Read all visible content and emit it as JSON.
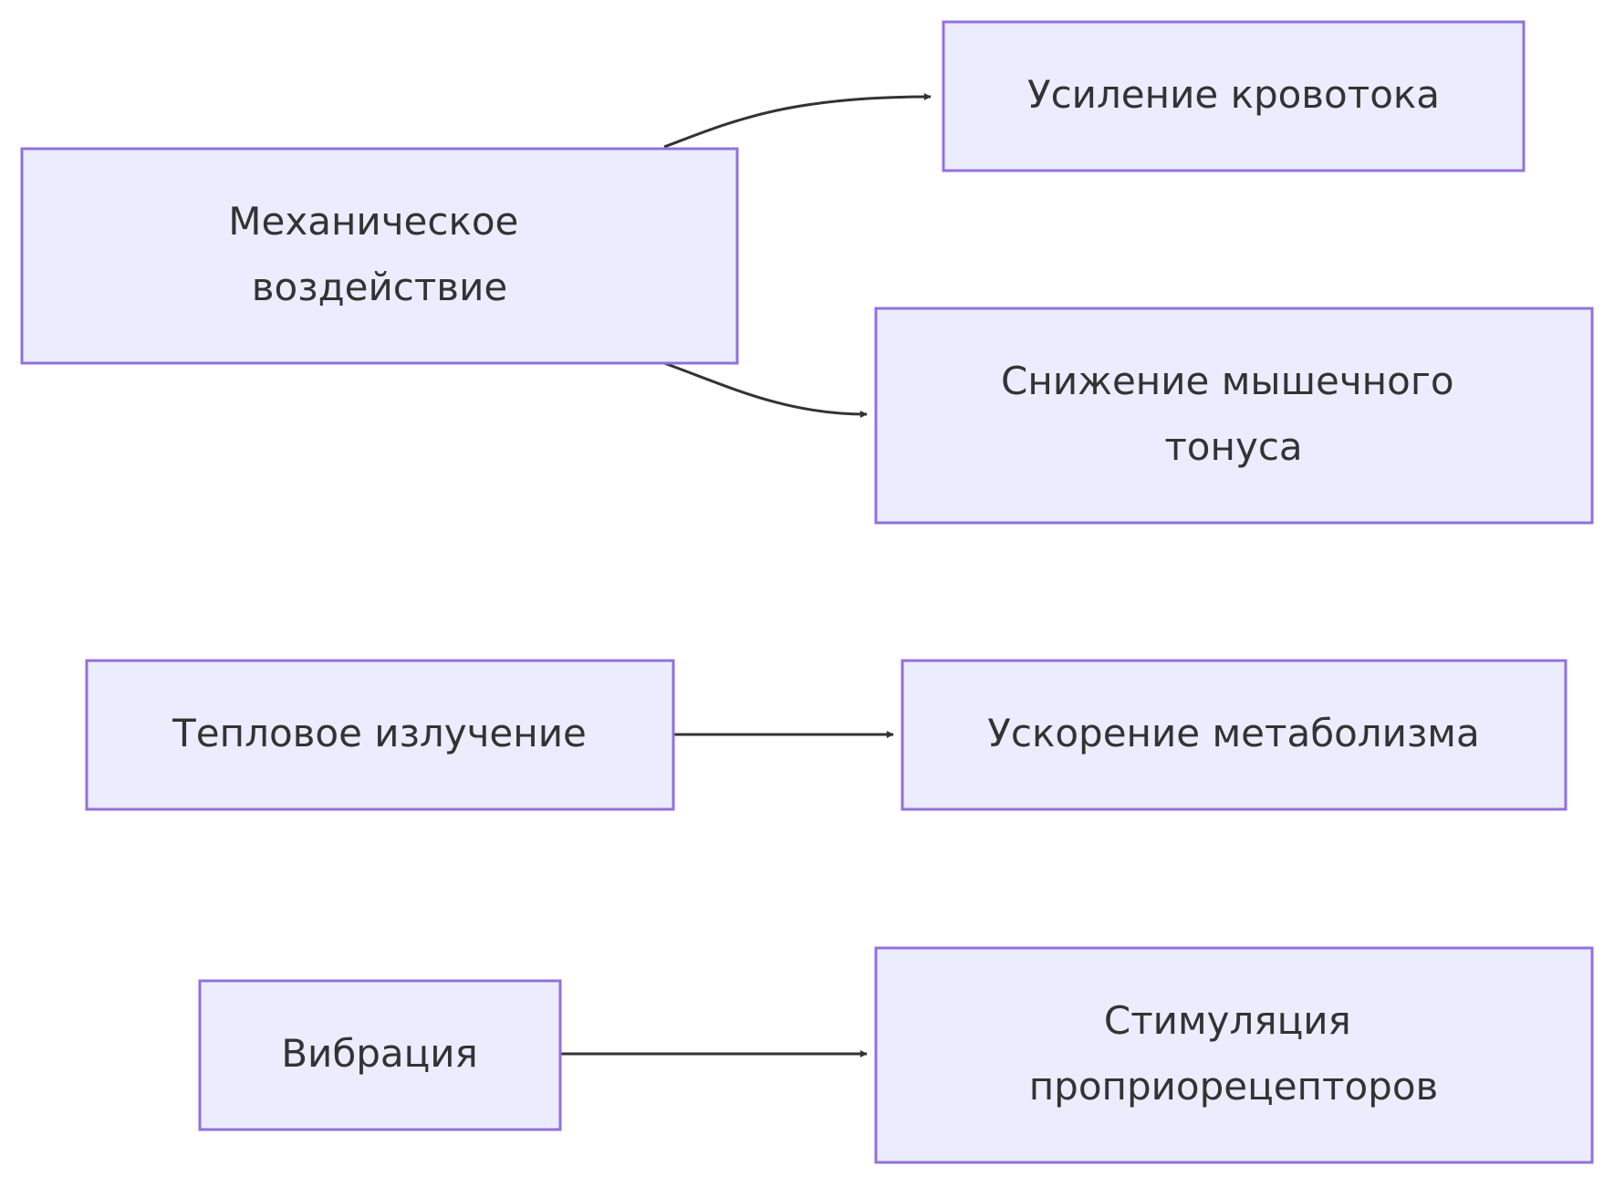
{
  "diagram": {
    "type": "flowchart",
    "direction": "LR",
    "colors": {
      "node_fill": "#ECECFF",
      "node_stroke": "#9370DB",
      "edge": "#333333",
      "text": "#333333",
      "background": "#ffffff"
    },
    "nodes": [
      {
        "id": "mech",
        "lines": [
          "Механическое",
          "воздействие"
        ]
      },
      {
        "id": "blood",
        "lines": [
          "Усиление кровотока"
        ]
      },
      {
        "id": "muscle",
        "lines": [
          "Снижение мышечного",
          "тонуса"
        ]
      },
      {
        "id": "heat",
        "lines": [
          "Тепловое излучение"
        ]
      },
      {
        "id": "metab",
        "lines": [
          "Ускорение метаболизма"
        ]
      },
      {
        "id": "vib",
        "lines": [
          "Вибрация"
        ]
      },
      {
        "id": "prop",
        "lines": [
          "Стимуляция",
          "проприорецепторов"
        ]
      }
    ],
    "edges": [
      {
        "from": "mech",
        "to": "blood"
      },
      {
        "from": "mech",
        "to": "muscle"
      },
      {
        "from": "heat",
        "to": "metab"
      },
      {
        "from": "vib",
        "to": "prop"
      }
    ]
  }
}
